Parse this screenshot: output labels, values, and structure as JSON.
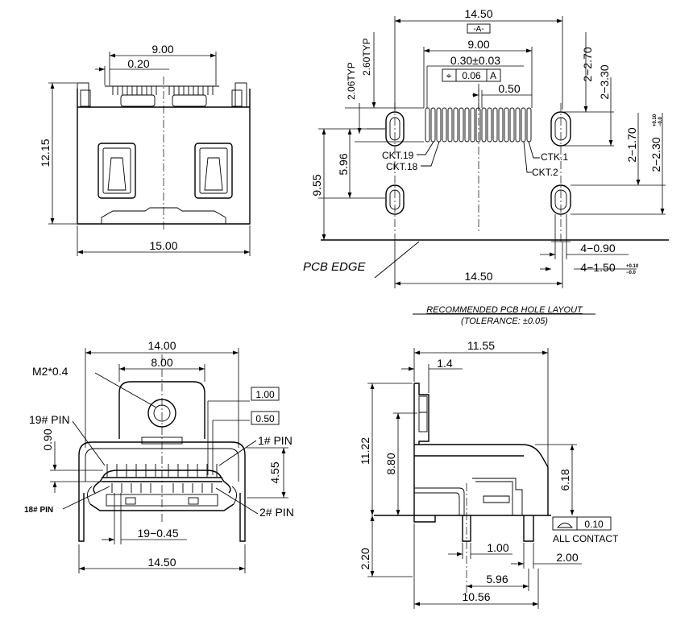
{
  "front_view": {
    "width_9": "9.00",
    "pitch_020": "0.20",
    "height_1215": "12.15",
    "width_1500": "15.00"
  },
  "pcb_layout": {
    "width_1450_top": "14.50",
    "datum_a": "-A-",
    "width_900": "9.00",
    "tol_030": "0.30±0.03",
    "gd_symbol": "⌖",
    "gd_value": "0.06",
    "gd_datum": "A",
    "pitch_050": "0.50",
    "typ_206": "2.06TYP",
    "typ_260": "2.60TYP",
    "dim_270": "2−2.70",
    "dim_330": "2−3.30",
    "dim_170": "2−1.70",
    "dim_230": "2−2.30",
    "dim_230_tol_plus": "+0.10",
    "dim_230_tol_minus": "−0.0",
    "dim_596": "5.96",
    "dim_955": "9.55",
    "ckt19": "CKT.19",
    "ckt18": "CKT.18",
    "ckt1": "CTK.1",
    "ckt2": "CKT.2",
    "dim_090": "4−0.90",
    "dim_150": "4−1.50",
    "dim_150_tol_plus": "+0.10",
    "dim_150_tol_minus": "−0.0",
    "pcb_edge": "PCB EDGE",
    "width_1450_bottom": "14.50",
    "title": "RECOMMENDED PCB HOLE LAYOUT",
    "tolerance": "(TOLERANCE: ±0.05)"
  },
  "pin_view": {
    "width_1400": "14.00",
    "width_800": "8.00",
    "m2": "M2*0.4",
    "box_100": "1.00",
    "box_050": "0.50",
    "pin19": "19# PIN",
    "pin1": "1# PIN",
    "pin18": "18# PIN",
    "pin2": "2# PIN",
    "dim_090": "0.90",
    "dim_455": "4.55",
    "dim_19_045": "19−0.45",
    "width_1450": "14.50"
  },
  "side_view": {
    "width_1155": "11.55",
    "dim_14": "1.4",
    "dim_1122": "11.22",
    "dim_880": "8.80",
    "dim_618": "6.18",
    "flat_value": "0.10",
    "all_contact": "ALL CONTACT",
    "dim_220": "2.20",
    "dim_100": "1.00",
    "dim_200": "2.00",
    "dim_596": "5.96",
    "dim_1056": "10.56"
  }
}
